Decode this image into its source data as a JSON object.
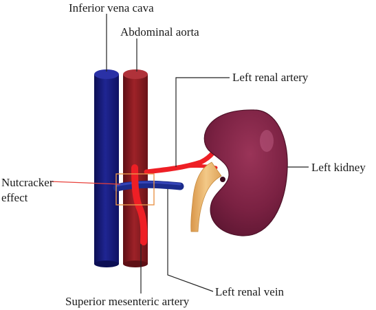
{
  "diagram": {
    "labels": {
      "inferior_vena_cava": "Inferior vena cava",
      "abdominal_aorta": "Abdominal aorta",
      "left_renal_artery": "Left renal artery",
      "left_kidney": "Left kidney",
      "nutcracker_line1": "Nutcracker",
      "nutcracker_line2": "effect",
      "left_renal_vein": "Left renal vein",
      "superior_mesenteric_artery": "Superior mesenteric artery"
    },
    "colors": {
      "vena_cava": "#161a7a",
      "aorta": "#8c1c22",
      "renal_artery": "#ee1f25",
      "renal_vein": "#1b2b8c",
      "kidney": "#7a2040",
      "ureter": "#e8b56a",
      "nutcracker_box": "#e8954a",
      "nutcracker_pointer": "#e8403a",
      "leader_lines": "#222222"
    }
  }
}
